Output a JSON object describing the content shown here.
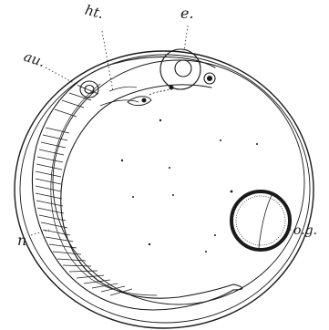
{
  "figure": {
    "description_colors": {
      "ink": "#1a1a1a",
      "paper": "#ffffff"
    },
    "labels": {
      "ht": "ht.",
      "e": "e.",
      "au": "au.",
      "n": "n",
      "og": "o.g."
    }
  }
}
